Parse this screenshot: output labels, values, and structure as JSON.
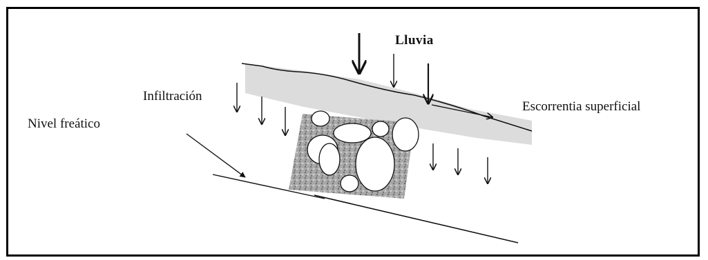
{
  "labels": {
    "rain": "Lluvia",
    "infiltration": "Infiltración",
    "runoff": "Escorrentia superficial",
    "water_table": "Nivel freático"
  },
  "colors": {
    "frame": "#000000",
    "ink": "#111111",
    "soil_layer": "#dcdcdc",
    "rock_fill": "#9a9a9a",
    "boulder": "#ffffff"
  }
}
